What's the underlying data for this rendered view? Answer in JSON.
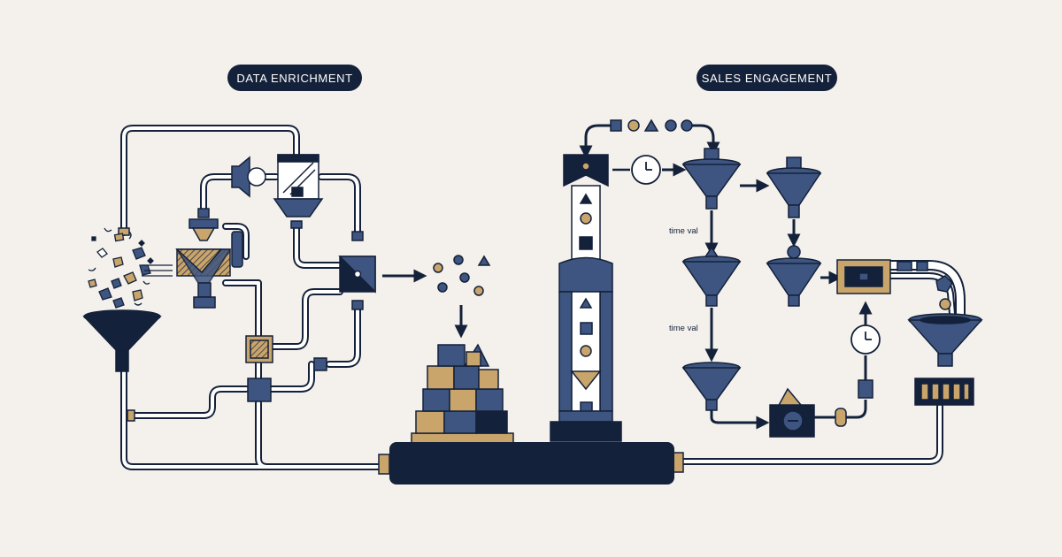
{
  "labels": {
    "data_enrichment": "DATA ENRICHMENT",
    "sales_engagement": "SALES ENGAGEMENT",
    "time_val_1": "time val",
    "time_val_2": "time val"
  },
  "colors": {
    "background": "#f4f1ec",
    "navy": "#14213a",
    "slate_blue": "#3d5580",
    "gold": "#c9a56b",
    "pipe_outline": "#14213a",
    "pipe_fill": "#ffffff"
  },
  "icons": [
    "scattered-data-fragments",
    "input-funnel-icon",
    "mixing-cone-icon",
    "crosshair-junction-icon",
    "stacked-blocks-icon",
    "tower-conveyor-icon",
    "clock-icon",
    "engagement-funnel-icon",
    "output-tray-icon",
    "base-platform-icon"
  ]
}
